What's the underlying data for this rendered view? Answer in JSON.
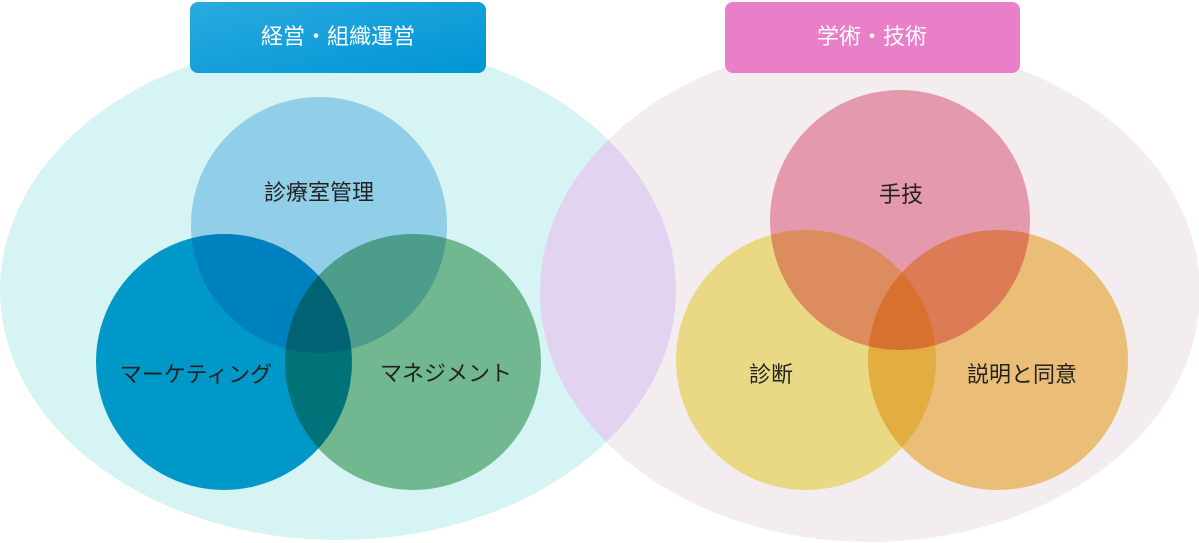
{
  "groups": [
    {
      "title": "経営・組織運営",
      "color": "#0aa0dc",
      "circles": [
        "診療室管理",
        "マーケティング",
        "マネジメント"
      ]
    },
    {
      "title": "学術・技術",
      "color": "#e97fc8",
      "circles": [
        "手技",
        "診断",
        "説明と同意"
      ]
    }
  ]
}
